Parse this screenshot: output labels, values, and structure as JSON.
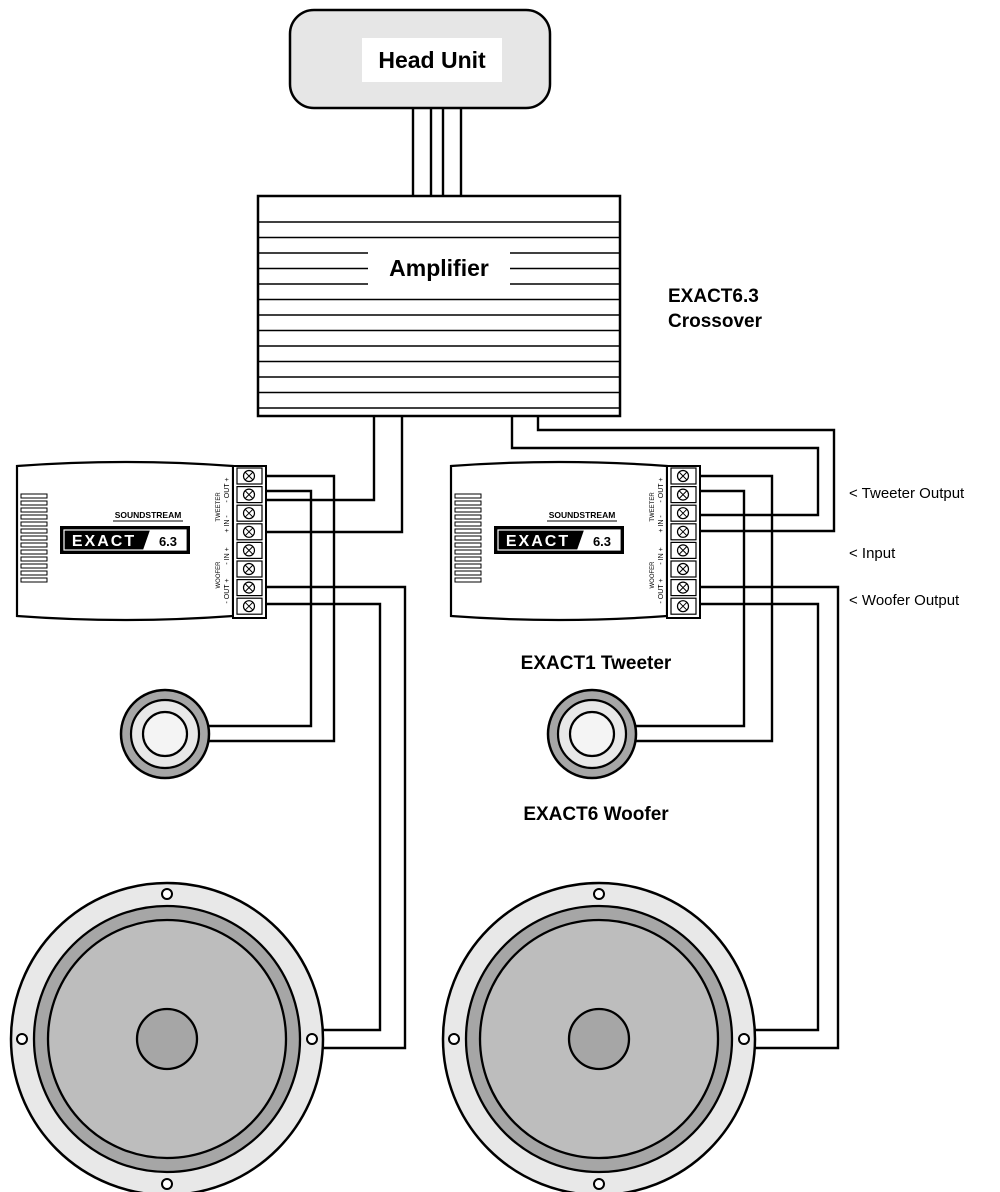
{
  "diagram": {
    "head_unit": "Head Unit",
    "amplifier": "Amplifier",
    "crossover_title_1": "EXACT6.3",
    "crossover_title_2": "Crossover",
    "tweeter_title": "EXACT1 Tweeter",
    "woofer_title": "EXACT6 Woofer",
    "callouts": {
      "tweeter_output": "< Tweeter Output",
      "input": "< Input",
      "woofer_output": "< Woofer Output"
    },
    "crossover_units": [
      {
        "brand": "SOUNDSTREAM",
        "model": "EXACT",
        "model_number": "6.3",
        "section_tweeter": "TWEETER",
        "section_woofer": "WOOFER",
        "terminal_tweeter_out": "- OUT +",
        "terminal_tweeter_in": "+ IN -",
        "terminal_woofer_in": "- IN +",
        "terminal_woofer_out": "- OUT +"
      },
      {
        "brand": "SOUNDSTREAM",
        "model": "EXACT",
        "model_number": "6.3",
        "section_tweeter": "TWEETER",
        "section_woofer": "WOOFER",
        "terminal_tweeter_out": "- OUT +",
        "terminal_tweeter_in": "+ IN -",
        "terminal_woofer_in": "- IN +",
        "terminal_woofer_out": "- OUT +"
      }
    ]
  }
}
